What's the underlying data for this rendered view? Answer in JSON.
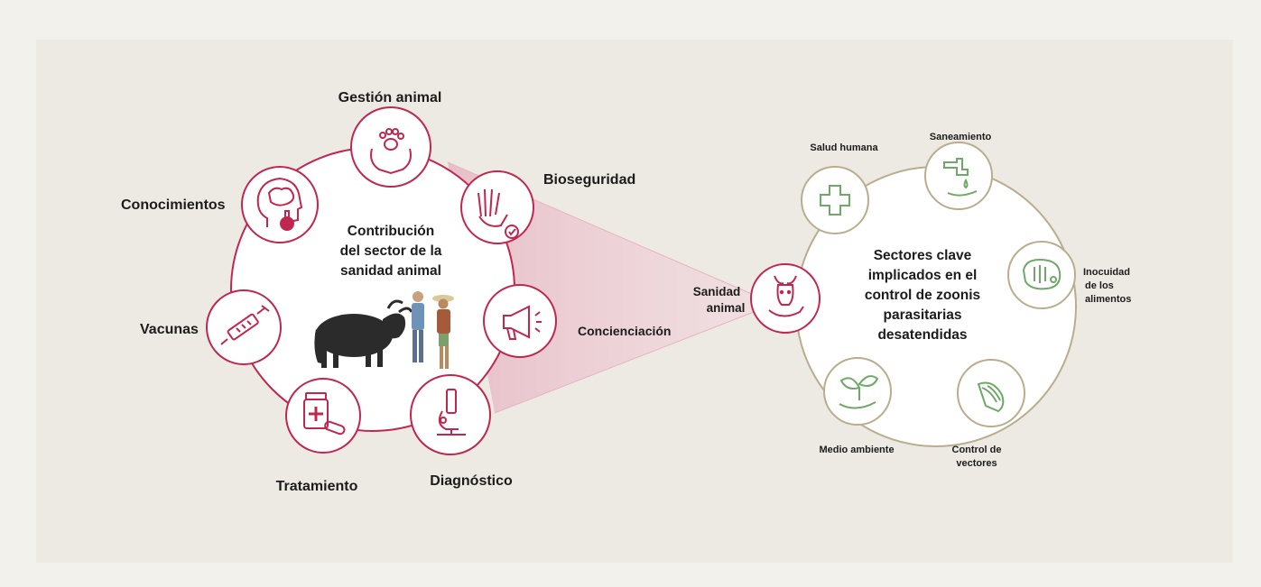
{
  "colors": {
    "page_bg": "#f2f1ec",
    "panel_bg": "#eceae3",
    "crimson": "#c0274e",
    "olive": "#b9ad8e",
    "green_icon": "#6fa868",
    "text": "#1c1c1c"
  },
  "left_diagram": {
    "center_lines": [
      "Contribución",
      "del sector de la",
      "sanidad animal"
    ],
    "nodes": [
      {
        "id": "gestion",
        "label": "Gestión animal",
        "icon": "paw-hands-icon"
      },
      {
        "id": "bioseguridad",
        "label": "Bioseguridad",
        "icon": "gloves-icon"
      },
      {
        "id": "concienciacion",
        "label": "Concienciación",
        "icon": "megaphone-icon"
      },
      {
        "id": "diagnostico",
        "label": "Diagnóstico",
        "icon": "microscope-icon"
      },
      {
        "id": "tratamiento",
        "label": "Tratamiento",
        "icon": "medicine-icon"
      },
      {
        "id": "vacunas",
        "label": "Vacunas",
        "icon": "syringe-icon"
      },
      {
        "id": "conocimientos",
        "label": "Conocimientos",
        "icon": "brain-head-icon"
      }
    ],
    "illustration": "buffalo-and-people-icon"
  },
  "right_diagram": {
    "center_lines": [
      "Sectores clave",
      "implicados en el",
      "control de zoonis",
      "parasitarias",
      "desatendidas"
    ],
    "nodes": [
      {
        "id": "sanidad",
        "label_lines": [
          "Sanidad",
          "animal"
        ],
        "icon": "cow-hand-icon"
      },
      {
        "id": "salud",
        "label_lines": [
          "Salud humana"
        ],
        "icon": "medical-cross-icon"
      },
      {
        "id": "saneamiento",
        "label_lines": [
          "Saneamiento"
        ],
        "icon": "tap-hand-icon"
      },
      {
        "id": "inocuidad",
        "label_lines": [
          "Inocuidad",
          "de los",
          "alimentos"
        ],
        "icon": "meat-icon"
      },
      {
        "id": "vectores",
        "label_lines": [
          "Control de",
          "vectores"
        ],
        "icon": "snail-icon"
      },
      {
        "id": "medio",
        "label_lines": [
          "Medio ambiente"
        ],
        "icon": "plant-hand-icon"
      }
    ]
  }
}
